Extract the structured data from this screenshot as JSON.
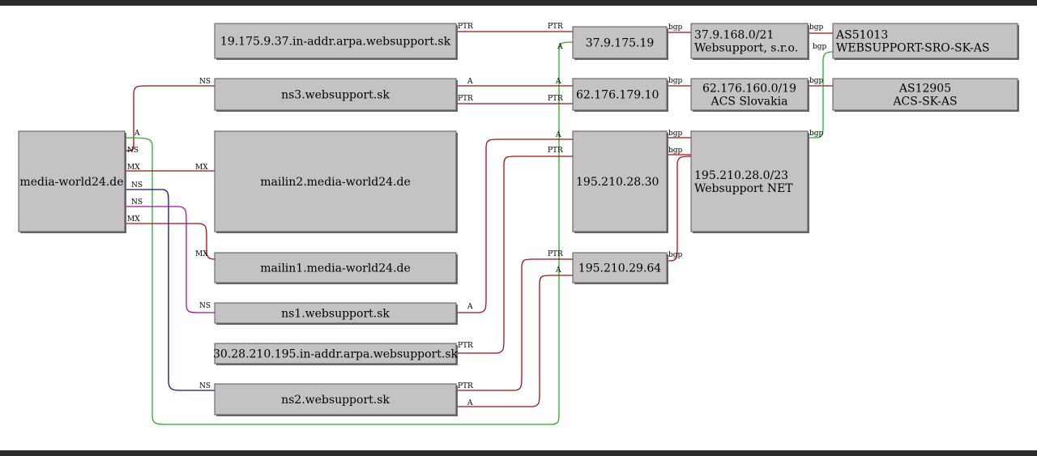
{
  "colors": {
    "red": "#a01010",
    "green": "#22b022",
    "blue": "#10108a",
    "magenta": "#a010a0"
  },
  "nodes": {
    "media_world24": [
      "media-world24.de"
    ],
    "ptr_19": [
      "19.175.9.37.in-addr.arpa.websupport.sk"
    ],
    "ns3": [
      "ns3.websupport.sk"
    ],
    "mailin2": [
      "mailin2.media-world24.de"
    ],
    "mailin1": [
      "mailin1.media-world24.de"
    ],
    "ns1": [
      "ns1.websupport.sk"
    ],
    "ptr_30": [
      "30.28.210.195.in-addr.arpa.websupport.sk"
    ],
    "ns2": [
      "ns2.websupport.sk"
    ],
    "ip_37": [
      "37.9.175.19"
    ],
    "ip_62": [
      "62.176.179.10"
    ],
    "ip_195_30": [
      "195.210.28.30"
    ],
    "ip_195_64": [
      "195.210.29.64"
    ],
    "net_37": [
      "37.9.168.0/21",
      "Websupport, s.r.o."
    ],
    "net_62": [
      "62.176.160.0/19",
      "ACS Slovakia"
    ],
    "net_195": [
      "195.210.28.0/23",
      "Websupport NET"
    ],
    "as_51013": [
      "AS51013",
      "WEBSUPPORT-SRO-SK-AS"
    ],
    "as_12905": [
      "AS12905",
      "ACS-SK-AS"
    ]
  },
  "edges": [
    {
      "from": "media_world24",
      "to": "ns3",
      "type": "NS",
      "color": "red"
    },
    {
      "from": "media_world24",
      "to": "ip_37",
      "type": "A",
      "color": "green"
    },
    {
      "from": "media_world24",
      "to": "mailin2",
      "type": "MX",
      "color": "red"
    },
    {
      "from": "media_world24",
      "to": "ns2",
      "type": "NS",
      "color": "blue"
    },
    {
      "from": "media_world24",
      "to": "ns1",
      "type": "NS",
      "color": "magenta"
    },
    {
      "from": "media_world24",
      "to": "mailin1",
      "type": "MX",
      "color": "red"
    },
    {
      "from": "ptr_19",
      "to": "ip_37",
      "type": "PTR",
      "color": "red"
    },
    {
      "from": "ns3",
      "to": "ip_62",
      "type": "A",
      "color": "red"
    },
    {
      "from": "ns3",
      "to": "ip_62",
      "type": "PTR",
      "color": "red"
    },
    {
      "from": "ns1",
      "to": "ip_195_30",
      "type": "A",
      "color": "red"
    },
    {
      "from": "ptr_30",
      "to": "ip_195_30",
      "type": "PTR",
      "color": "red"
    },
    {
      "from": "ns2",
      "to": "ip_195_64",
      "type": "PTR",
      "color": "red"
    },
    {
      "from": "ns2",
      "to": "ip_195_64",
      "type": "A",
      "color": "red"
    },
    {
      "from": "ip_37",
      "to": "net_37",
      "type": "bgp",
      "color": "red"
    },
    {
      "from": "ip_62",
      "to": "net_62",
      "type": "bgp",
      "color": "red"
    },
    {
      "from": "ip_195_30",
      "to": "net_195",
      "type": "bgp",
      "color": "red"
    },
    {
      "from": "ip_195_30",
      "to": "net_195",
      "type": "bgp",
      "color": "red"
    },
    {
      "from": "ip_195_64",
      "to": "net_195",
      "type": "bgp",
      "color": "red"
    },
    {
      "from": "net_37",
      "to": "as_51013",
      "type": "bgp",
      "color": "red"
    },
    {
      "from": "net_62",
      "to": "as_12905",
      "type": "bgp",
      "color": "red"
    },
    {
      "from": "net_195",
      "to": "as_51013",
      "type": "bgp",
      "color": "green"
    }
  ]
}
